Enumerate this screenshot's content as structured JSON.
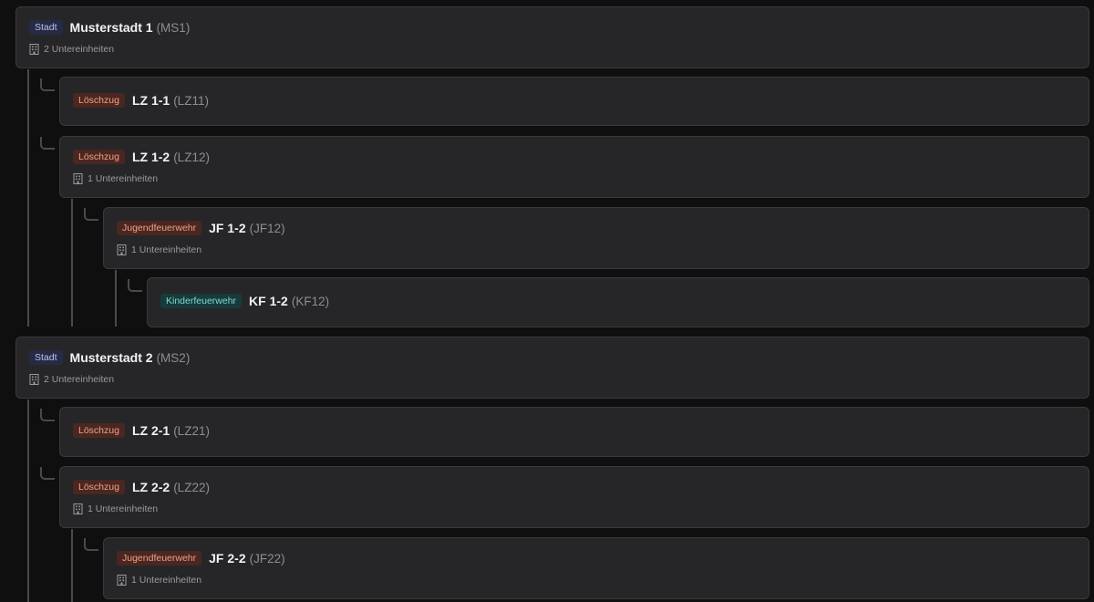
{
  "units": [
    {
      "type_label": "Stadt",
      "name": "Musterstadt 1",
      "code": "(MS1)",
      "sub": "2 Untereinheiten"
    },
    {
      "type_label": "Löschzug",
      "name": "LZ 1-1",
      "code": "(LZ11)"
    },
    {
      "type_label": "Löschzug",
      "name": "LZ 1-2",
      "code": "(LZ12)",
      "sub": "1 Untereinheiten"
    },
    {
      "type_label": "Jugendfeuerwehr",
      "name": "JF 1-2",
      "code": "(JF12)",
      "sub": "1 Untereinheiten"
    },
    {
      "type_label": "Kinderfeuerwehr",
      "name": "KF 1-2",
      "code": "(KF12)"
    },
    {
      "type_label": "Stadt",
      "name": "Musterstadt 2",
      "code": "(MS2)",
      "sub": "2 Untereinheiten"
    },
    {
      "type_label": "Löschzug",
      "name": "LZ 2-1",
      "code": "(LZ21)"
    },
    {
      "type_label": "Löschzug",
      "name": "LZ 2-2",
      "code": "(LZ22)",
      "sub": "1 Untereinheiten"
    },
    {
      "type_label": "Jugendfeuerwehr",
      "name": "JF 2-2",
      "code": "(JF22)",
      "sub": "1 Untereinheiten"
    }
  ],
  "icons": {
    "subunits": "building-icon"
  },
  "colors": {
    "stadt_badge": "#262a45",
    "loeschzug_badge": "#4a2720",
    "kinderfeuerwehr_badge": "#173b3a"
  }
}
